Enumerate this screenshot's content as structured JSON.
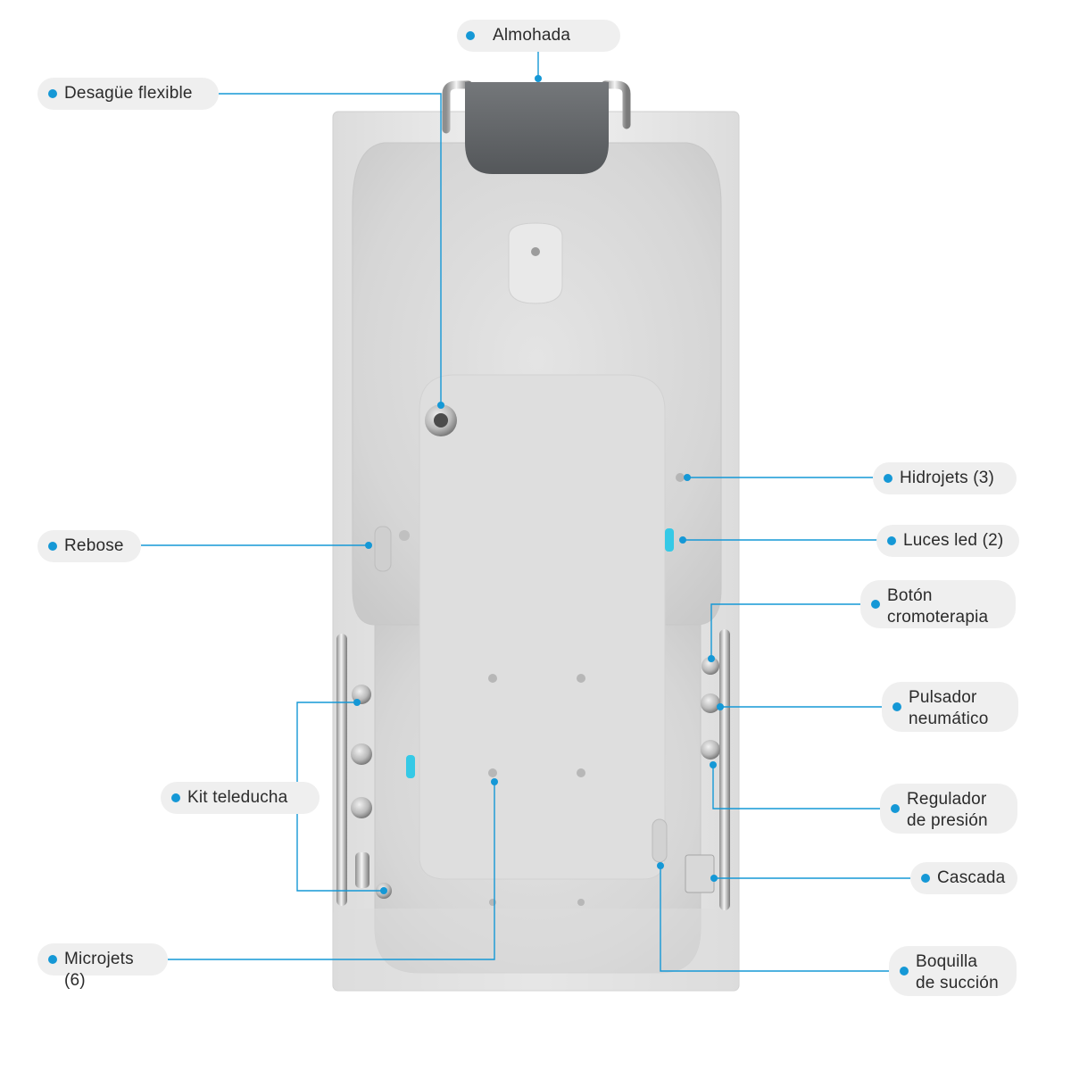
{
  "colors": {
    "accent": "#1598d6",
    "label_bg": "#efefef",
    "text": "#2b2b2b",
    "tub": "#e8e8e8",
    "pillow": "#6a6c6e"
  },
  "labels": {
    "almohada": "Almohada",
    "desague": "Desagüe flexible",
    "rebose": "Rebose",
    "kit_teleducha": "Kit teleducha",
    "microjets": "Microjets (6)",
    "hidrojets": "Hidrojets (3)",
    "luces_led": "Luces led (2)",
    "boton": "Botón\ncromoterapia",
    "pulsador": "Pulsador\nneumático",
    "regulador": "Regulador\nde presión",
    "cascada": "Cascada",
    "boquilla": "Boquilla\nde succión"
  }
}
